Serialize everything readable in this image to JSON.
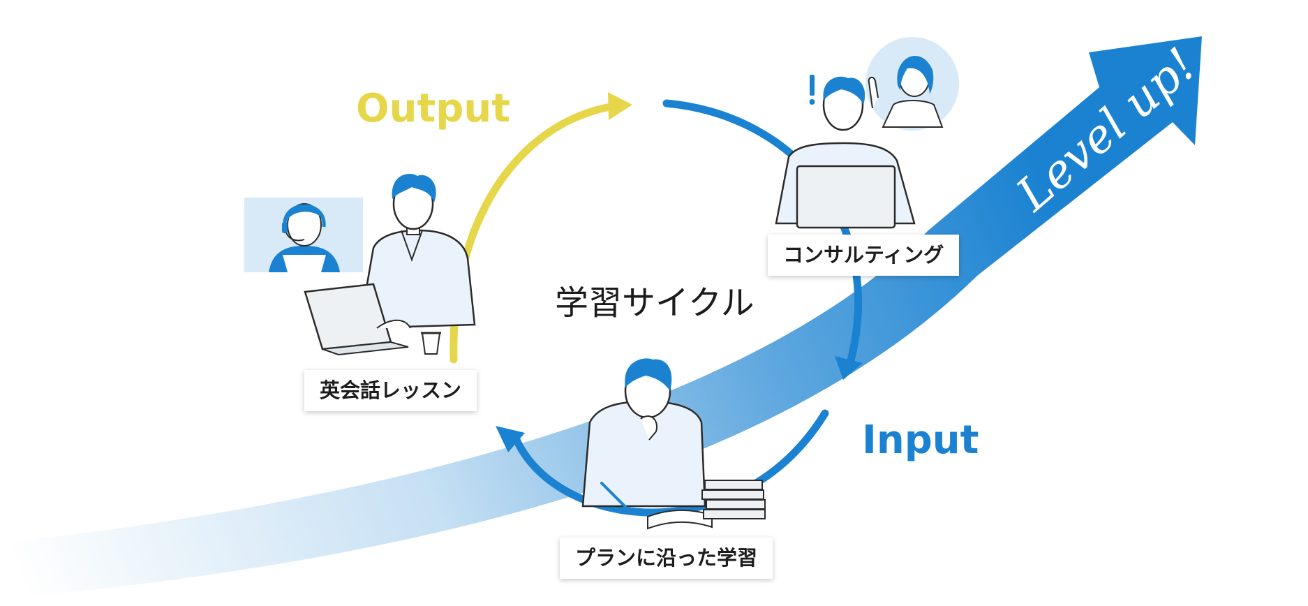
{
  "diagram": {
    "center_title": "学習サイクル",
    "output_label": "Output",
    "input_label": "Input",
    "level_up_label": "Level up!",
    "steps": [
      {
        "label": "英会話レッスン"
      },
      {
        "label": "コンサルティング"
      },
      {
        "label": "プランに沿った学習"
      }
    ]
  },
  "colors": {
    "output": "#e6d64a",
    "input": "#1a82d1",
    "level_arrow": "#1a82d1",
    "accent_light": "#dcebf7",
    "line": "#2a2a2a"
  },
  "icons": [
    "headset-person-icon",
    "laptop-icon",
    "coffee-cup-icon",
    "exclamation-icon",
    "pointing-woman-icon",
    "books-icon",
    "notebook-icon",
    "pen-icon"
  ]
}
